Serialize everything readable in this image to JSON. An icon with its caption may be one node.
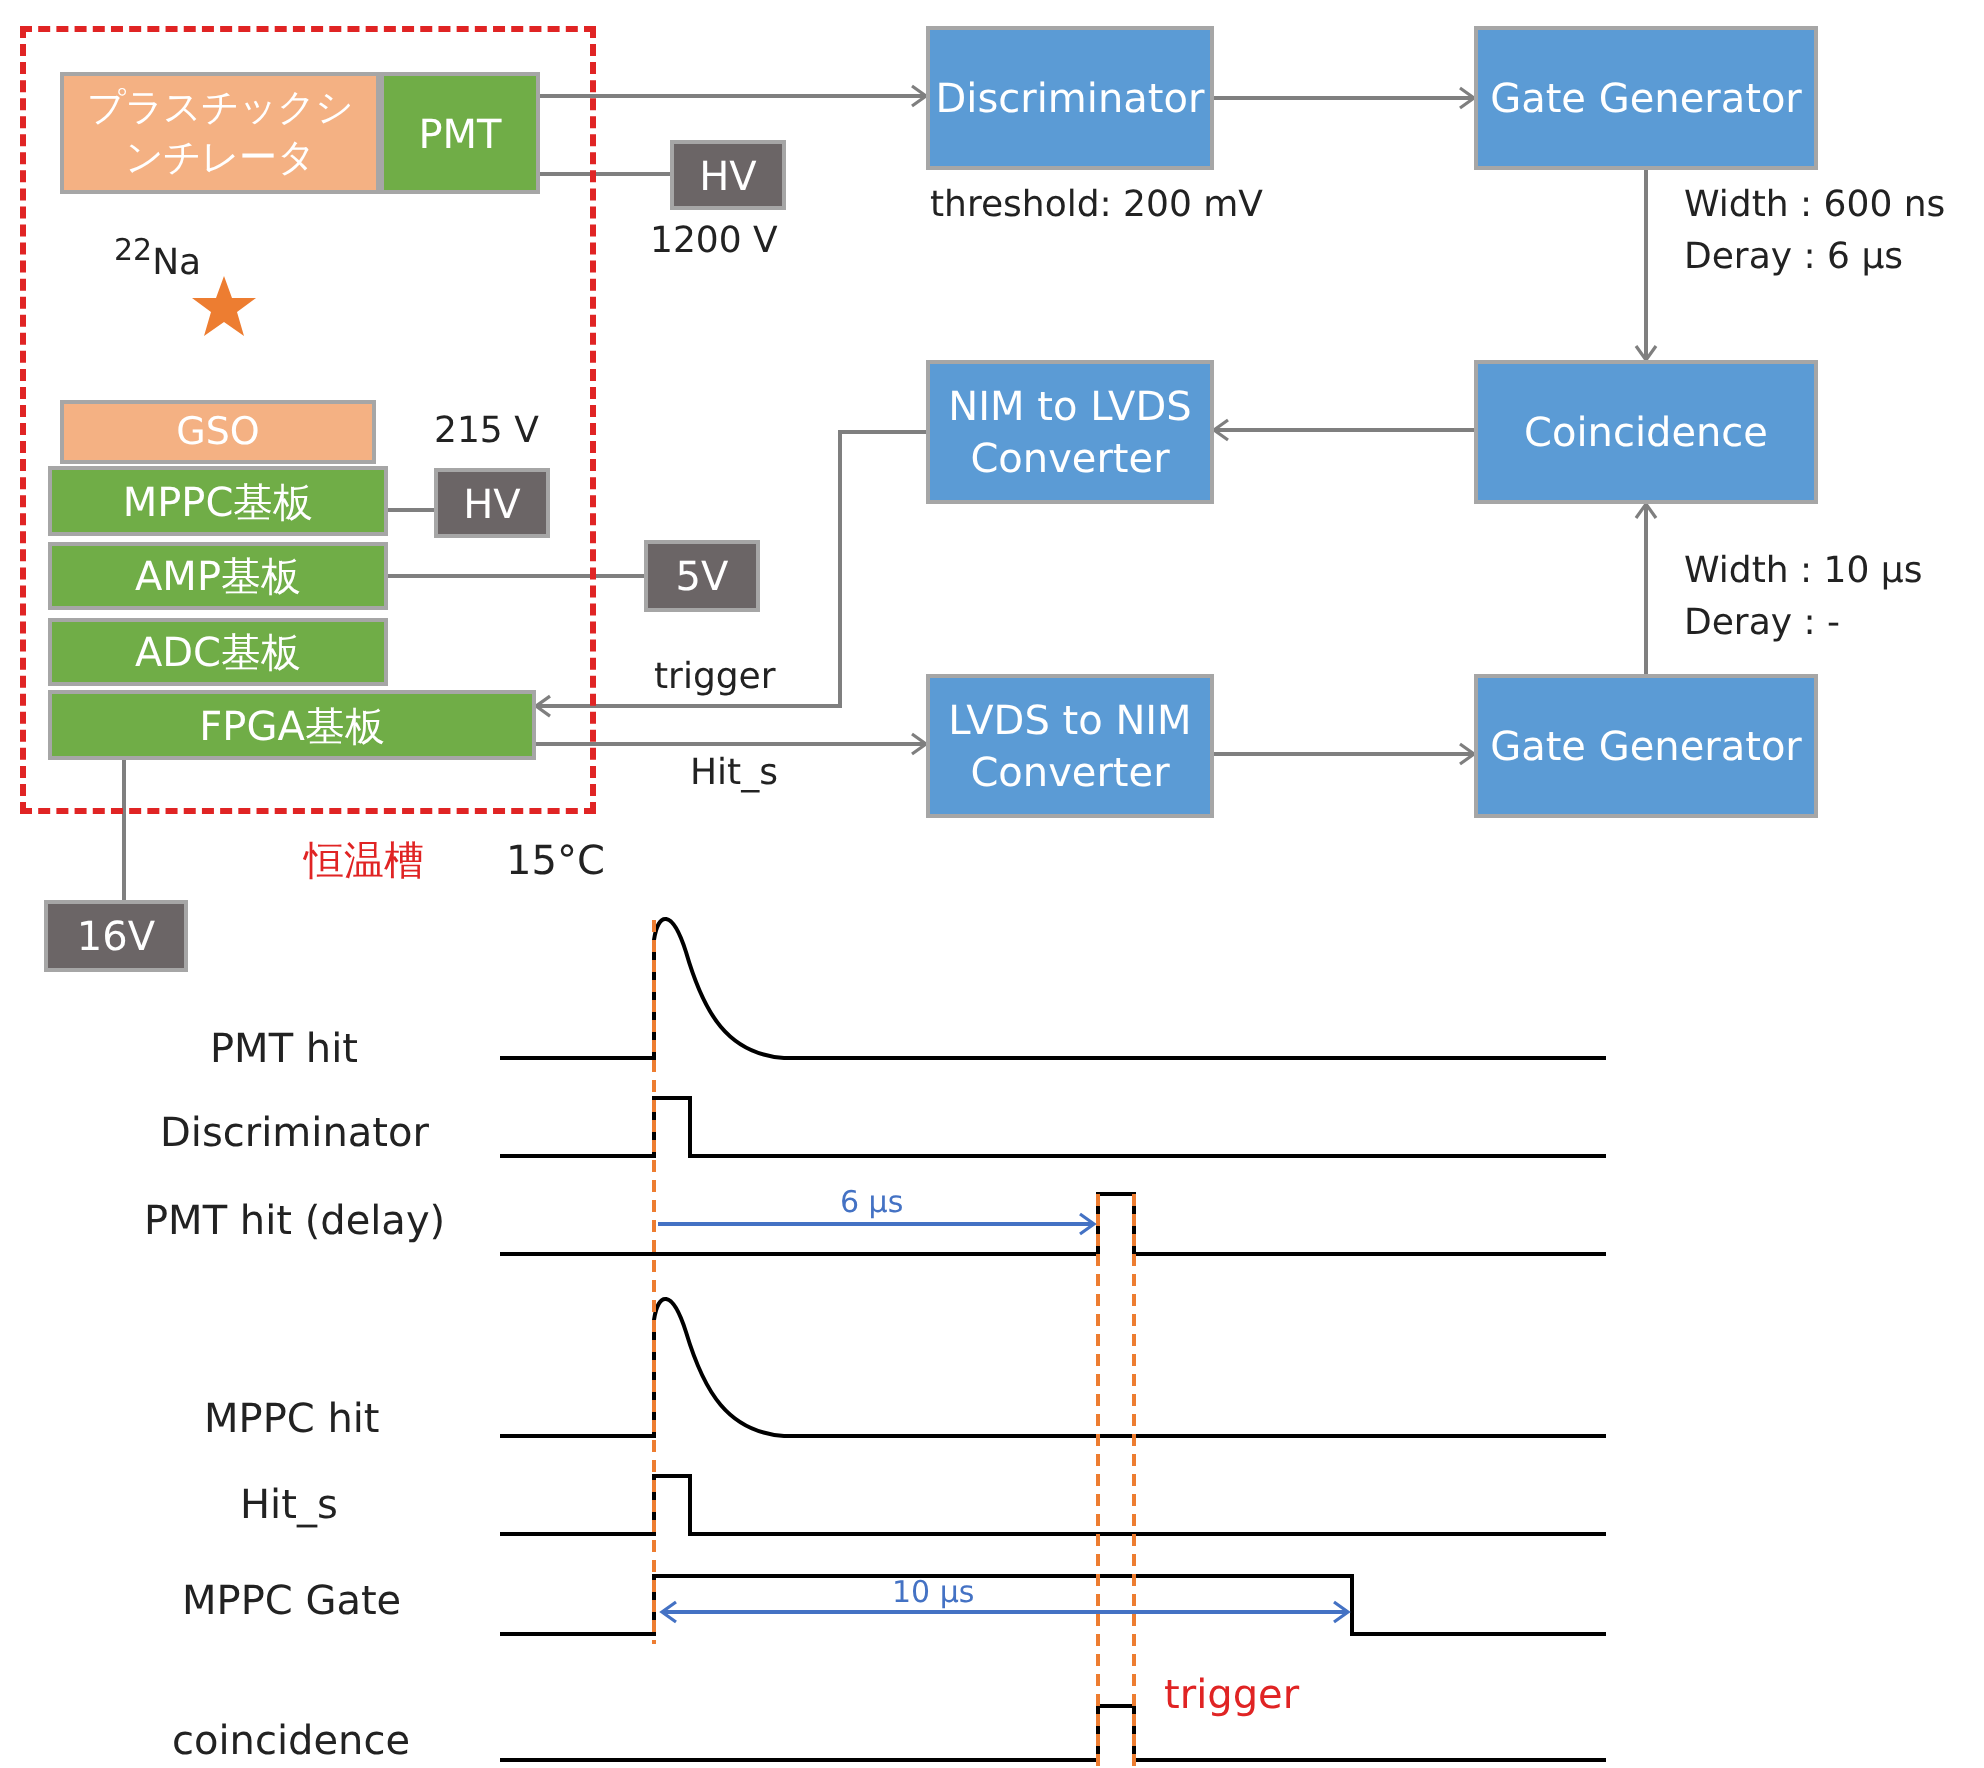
{
  "diagram": {
    "nodes": [
      {
        "text": [
          "恒温槽"
        ],
        "beside": [
          "15°C"
        ]
      },
      {
        "text": [
          "プラスチックシンチレータ"
        ],
        "in": 0
      },
      {
        "text": [
          "PMT"
        ],
        "in": 0
      },
      {
        "text": [
          "HV"
        ],
        "beside": [
          "1200 V"
        ]
      },
      {
        "text": [
          "Discriminator"
        ],
        "beside": [
          "threshold: 200 mV"
        ]
      },
      {
        "text": [
          "Gate Generator"
        ],
        "beside": [
          "Width : 600 ns",
          "Deray : 6 μs"
        ]
      },
      {
        "text": [
          "GSO"
        ],
        "in": 0
      },
      {
        "text": [
          "MPPC基板"
        ],
        "in": 0
      },
      {
        "text": [
          "HV"
        ],
        "in": 0,
        "beside": [
          "215 V"
        ]
      },
      {
        "text": [
          "Coincidence"
        ]
      },
      {
        "text": [
          "NIM to LVDS Converter"
        ]
      },
      {
        "text": [
          "AMP基板"
        ],
        "in": 0
      },
      {
        "text": [
          "5V"
        ]
      },
      {
        "text": [
          "ADC基板"
        ],
        "in": 0
      },
      {
        "text": [
          "FPGA基板"
        ],
        "in": 0
      },
      {
        "text": [
          "LVDS to NIM Converter"
        ]
      },
      {
        "text": [
          "Gate Generator"
        ],
        "beside": [
          "Width : 10 μs",
          "Deray : -"
        ]
      },
      {
        "text": [
          "16V"
        ]
      }
    ],
    "edges": [
      {
        "from": 2,
        "to": 4,
        "arrow": "to"
      },
      {
        "from": 2,
        "to": 3,
        "arrow": "none"
      },
      {
        "from": 4,
        "to": 5,
        "arrow": "to"
      },
      {
        "from": 5,
        "to": 9,
        "arrow": "to"
      },
      {
        "from": 9,
        "to": 10,
        "arrow": "to"
      },
      {
        "from": 10,
        "to": 14,
        "arrow": "to",
        "label": "trigger"
      },
      {
        "from": 14,
        "to": 15,
        "arrow": "to",
        "label": "Hit_s"
      },
      {
        "from": 15,
        "to": 16,
        "arrow": "to"
      },
      {
        "from": 16,
        "to": 9,
        "arrow": "to"
      },
      {
        "from": 7,
        "to": 8,
        "arrow": "none"
      },
      {
        "from": 11,
        "to": 12,
        "arrow": "none"
      },
      {
        "from": 14,
        "to": 17,
        "arrow": "none"
      }
    ],
    "labels": [
      "$^{22}$Na",
      "PMT hit",
      "Discriminator",
      "PMT hit (delay)",
      "6 μs",
      "MPPC hit",
      "Hit_s",
      "MPPC Gate",
      "10 μs",
      "coincidence",
      "trigger"
    ]
  }
}
